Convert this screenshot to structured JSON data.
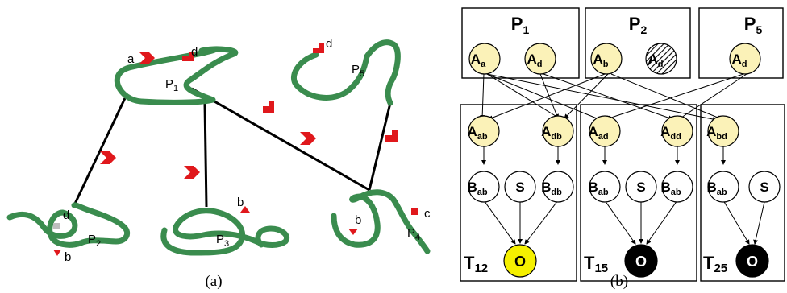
{
  "left": {
    "caption": "(a)",
    "regions": [
      {
        "id": "P1",
        "base": "P",
        "sub": "1"
      },
      {
        "id": "P2",
        "base": "P",
        "sub": "2"
      },
      {
        "id": "P3",
        "base": "P",
        "sub": "3"
      },
      {
        "id": "P4",
        "base": "P",
        "sub": "4"
      },
      {
        "id": "P5",
        "base": "P",
        "sub": "5"
      }
    ],
    "markers": {
      "a": "a",
      "b": "b",
      "c": "c",
      "d": "d"
    },
    "colors": {
      "stroke": "#3a8c4e",
      "marker": "#e0181c",
      "edge": "#000000"
    }
  },
  "right": {
    "caption": "(b)",
    "top_boxes": [
      {
        "id": "P1",
        "title_base": "P",
        "title_sub": "1",
        "nodes": [
          {
            "base": "A",
            "sub": "a",
            "style": "yellow"
          },
          {
            "base": "A",
            "sub": "d",
            "style": "yellow"
          }
        ]
      },
      {
        "id": "P2",
        "title_base": "P",
        "title_sub": "2",
        "nodes": [
          {
            "base": "A",
            "sub": "b",
            "style": "yellow"
          },
          {
            "base": "A",
            "sub": "d",
            "style": "hatched"
          }
        ]
      },
      {
        "id": "P5",
        "title_base": "P",
        "title_sub": "5",
        "nodes": [
          {
            "base": "A",
            "sub": "d",
            "style": "yellow"
          }
        ]
      }
    ],
    "bottom_boxes": [
      {
        "id": "T12",
        "label_base": "T",
        "label_sub": "12",
        "a_nodes": [
          {
            "base": "A",
            "sub": "ab"
          },
          {
            "base": "A",
            "sub": "db"
          }
        ],
        "b_nodes": [
          {
            "base": "B",
            "sub": "ab"
          },
          {
            "base": "S",
            "sub": ""
          },
          {
            "base": "B",
            "sub": "db"
          }
        ],
        "output": {
          "text": "O",
          "style": "yellow"
        }
      },
      {
        "id": "T15",
        "label_base": "T",
        "label_sub": "15",
        "a_nodes": [
          {
            "base": "A",
            "sub": "ad"
          },
          {
            "base": "A",
            "sub": "dd"
          }
        ],
        "b_nodes": [
          {
            "base": "B",
            "sub": "ab"
          },
          {
            "base": "S",
            "sub": ""
          },
          {
            "base": "B",
            "sub": "ab"
          }
        ],
        "output": {
          "text": "O",
          "style": "black"
        }
      },
      {
        "id": "T25",
        "label_base": "T",
        "label_sub": "25",
        "a_nodes": [
          {
            "base": "A",
            "sub": "bd"
          }
        ],
        "b_nodes": [
          {
            "base": "B",
            "sub": "ab"
          },
          {
            "base": "S",
            "sub": ""
          }
        ],
        "output": {
          "text": "O",
          "style": "black"
        }
      }
    ],
    "colors": {
      "node_fill": "#fbf2b8",
      "output_yellow": "#f5f000",
      "output_black": "#000000"
    }
  }
}
